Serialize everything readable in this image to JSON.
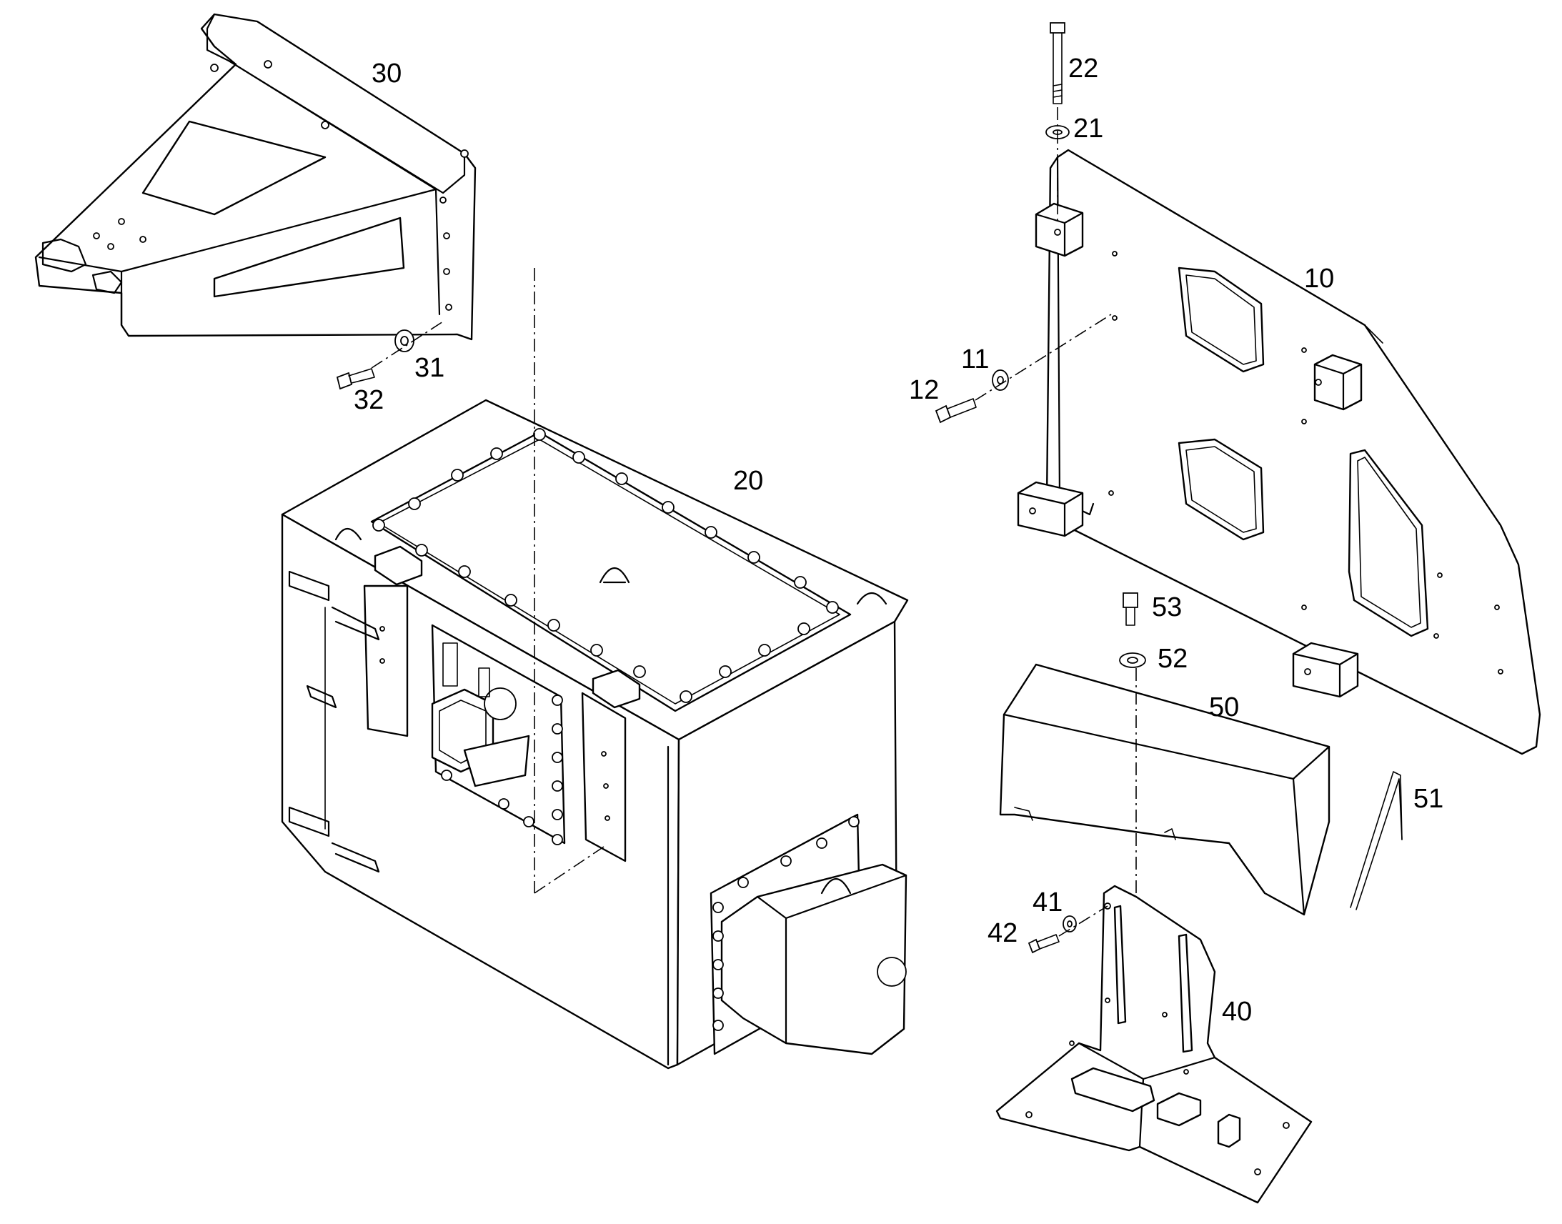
{
  "diagram": {
    "callouts": {
      "c10": "10",
      "c11": "11",
      "c12": "12",
      "c20": "20",
      "c21": "21",
      "c22": "22",
      "c30": "30",
      "c31": "31",
      "c32": "32",
      "c40": "40",
      "c41": "41",
      "c42": "42",
      "c50": "50",
      "c51": "51",
      "c52": "52",
      "c53": "53"
    }
  }
}
